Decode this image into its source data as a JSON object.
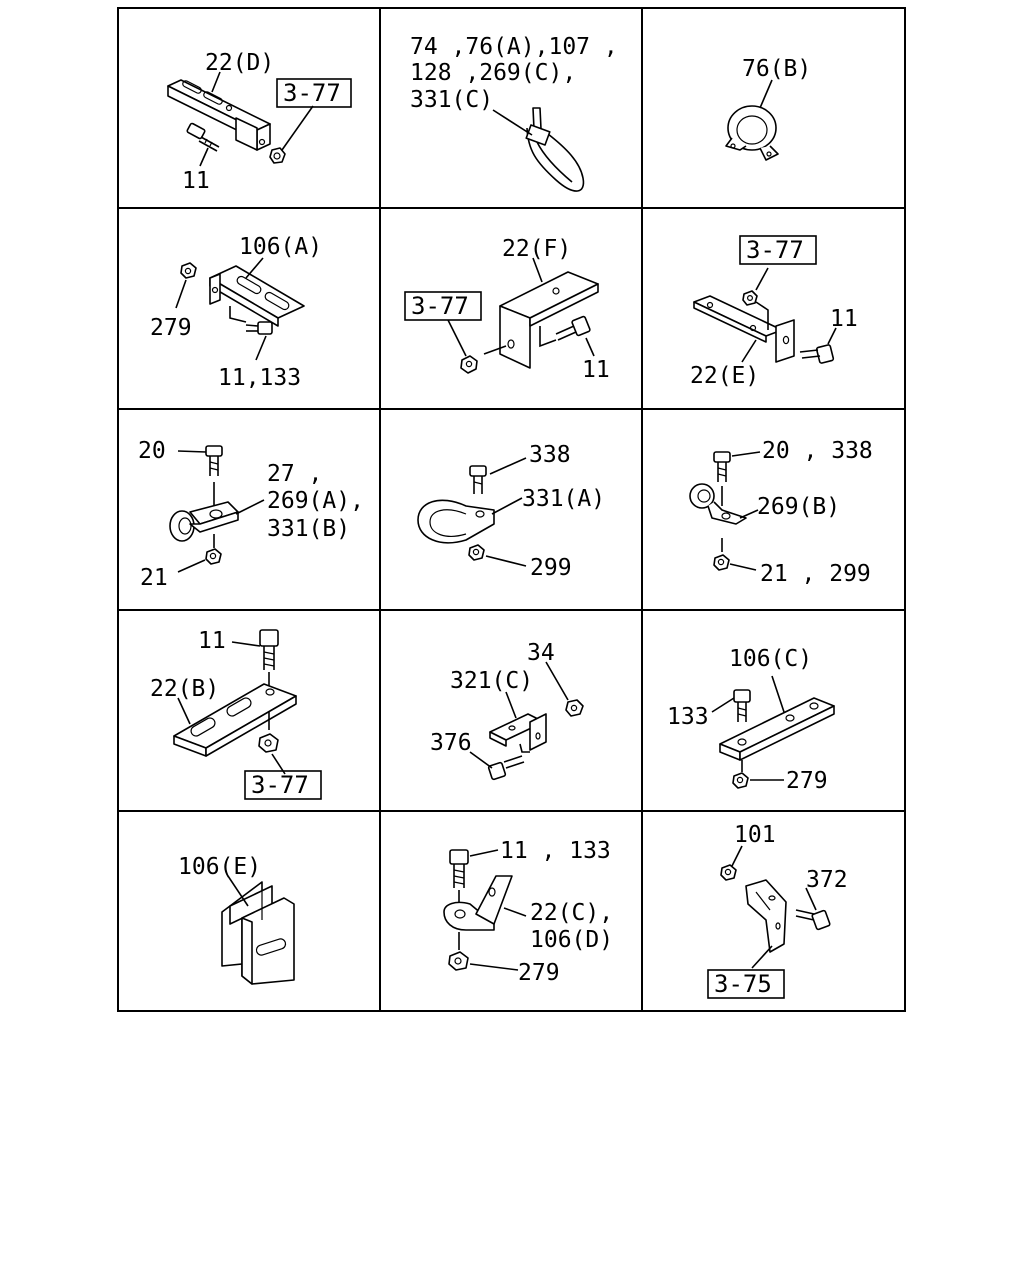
{
  "cells": [
    {
      "id": "r1c1",
      "labels": [
        "22(D)",
        "11"
      ],
      "refs": [
        "3-77"
      ]
    },
    {
      "id": "r1c2",
      "labels": [
        "74 ,76(A),107 ,",
        "128 ,269(C),",
        "331(C)"
      ],
      "refs": []
    },
    {
      "id": "r1c3",
      "labels": [
        "76(B)"
      ],
      "refs": []
    },
    {
      "id": "r2c1",
      "labels": [
        "106(A)",
        "279",
        "11,133"
      ],
      "refs": []
    },
    {
      "id": "r2c2",
      "labels": [
        "22(F)",
        "11"
      ],
      "refs": [
        "3-77"
      ]
    },
    {
      "id": "r2c3",
      "labels": [
        "11",
        "22(E)"
      ],
      "refs": [
        "3-77"
      ]
    },
    {
      "id": "r3c1",
      "labels": [
        "20",
        "27 ,",
        "269(A),",
        "331(B)",
        "21"
      ],
      "refs": []
    },
    {
      "id": "r3c2",
      "labels": [
        "338",
        "331(A)",
        "299"
      ],
      "refs": []
    },
    {
      "id": "r3c3",
      "labels": [
        "20 , 338",
        "269(B)",
        "21 , 299"
      ],
      "refs": []
    },
    {
      "id": "r4c1",
      "labels": [
        "11",
        "22(B)"
      ],
      "refs": [
        "3-77"
      ]
    },
    {
      "id": "r4c2",
      "labels": [
        "34",
        "321(C)",
        "376"
      ],
      "refs": []
    },
    {
      "id": "r4c3",
      "labels": [
        "106(C)",
        "133",
        "279"
      ],
      "refs": []
    },
    {
      "id": "r5c1",
      "labels": [
        "106(E)"
      ],
      "refs": []
    },
    {
      "id": "r5c2",
      "labels": [
        "11 , 133",
        "22(C),",
        "106(D)",
        "279"
      ],
      "refs": []
    },
    {
      "id": "r5c3",
      "labels": [
        "101",
        "372"
      ],
      "refs": [
        "3-75"
      ]
    }
  ]
}
